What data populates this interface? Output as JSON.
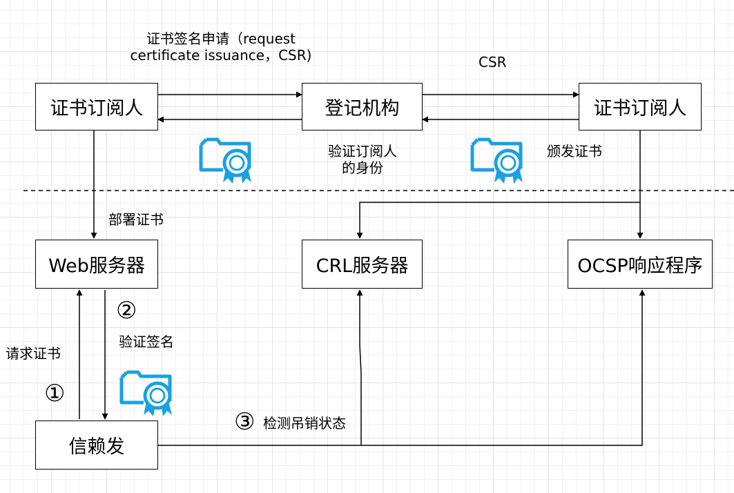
{
  "nodes": {
    "subscriber_left": "证书订阅人",
    "registration": "登记机构",
    "subscriber_right": "证书订阅人",
    "web_server": "Web服务器",
    "crl_server": "CRL服务器",
    "ocsp": "OCSP响应程序",
    "relying_party": "信赖发"
  },
  "edge_labels": {
    "csr_request_line1": "证书签名申请（request",
    "csr_request_line2": "certificate issuance，CSR)",
    "csr": "CSR",
    "verify_identity_line1": "验证订阅人",
    "verify_identity_line2": "的身份",
    "issue_cert": "颁发证书",
    "deploy_cert": "部署证书",
    "request_cert": "请求证书",
    "verify_signature": "验证签名",
    "check_revocation": "检测吊销状态"
  },
  "step_numbers": {
    "one": "①",
    "two": "②",
    "three": "③"
  },
  "colors": {
    "certificate_icon": "#1BA1E2",
    "stroke": "#000000"
  },
  "icons": [
    "certificate-icon",
    "certificate-icon",
    "certificate-icon"
  ]
}
